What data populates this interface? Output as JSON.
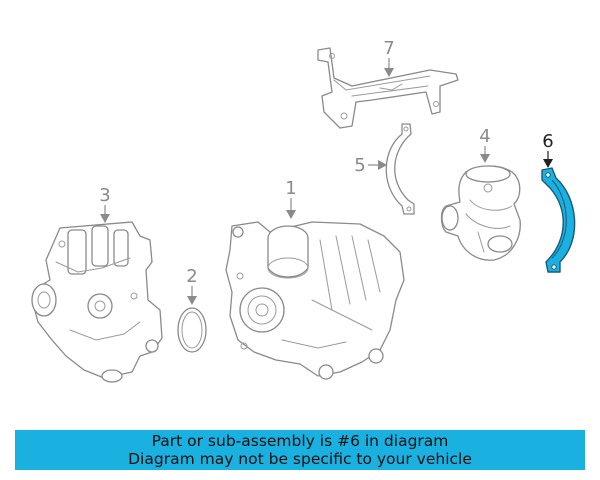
{
  "diagram": {
    "callouts": [
      "1",
      "2",
      "3",
      "4",
      "5",
      "6",
      "7"
    ],
    "highlighted_part": "6"
  },
  "banner": {
    "line1": "Part or sub-assembly is #6 in diagram",
    "line2": "Diagram may not be specific to your vehicle"
  },
  "colors": {
    "highlight": "#1ab0e0",
    "banner": "#1ab0e0",
    "line_art": "#8a8a8a"
  }
}
